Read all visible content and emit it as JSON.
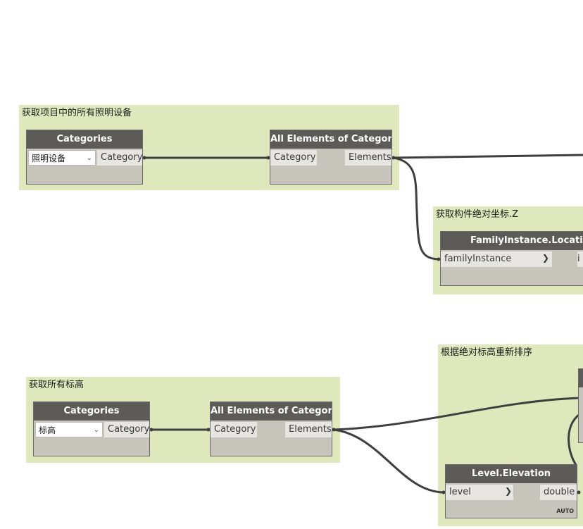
{
  "groups": {
    "g1_title": "获取项目中的所有照明设备",
    "g2_title": "获取构件绝对坐标.Z",
    "g3_title": "获取所有标高",
    "g4_title": "根据绝对标高重新排序"
  },
  "nodes": {
    "categories1": {
      "title": "Categories",
      "selected": "照明设备",
      "output": "Category"
    },
    "all_elements1": {
      "title": "All Elements of Category",
      "input": "Category",
      "output": "Elements"
    },
    "family_location": {
      "title": "FamilyInstance.Location",
      "input": "familyInstance",
      "output_partial": "i"
    },
    "categories2": {
      "title": "Categories",
      "selected": "标高",
      "output": "Category"
    },
    "all_elements2": {
      "title": "All Elements of Category",
      "input": "Category",
      "output": "Elements"
    },
    "level_elevation": {
      "title": "Level.Elevation",
      "input": "level",
      "output": "double",
      "lacing": "AUTO"
    }
  }
}
